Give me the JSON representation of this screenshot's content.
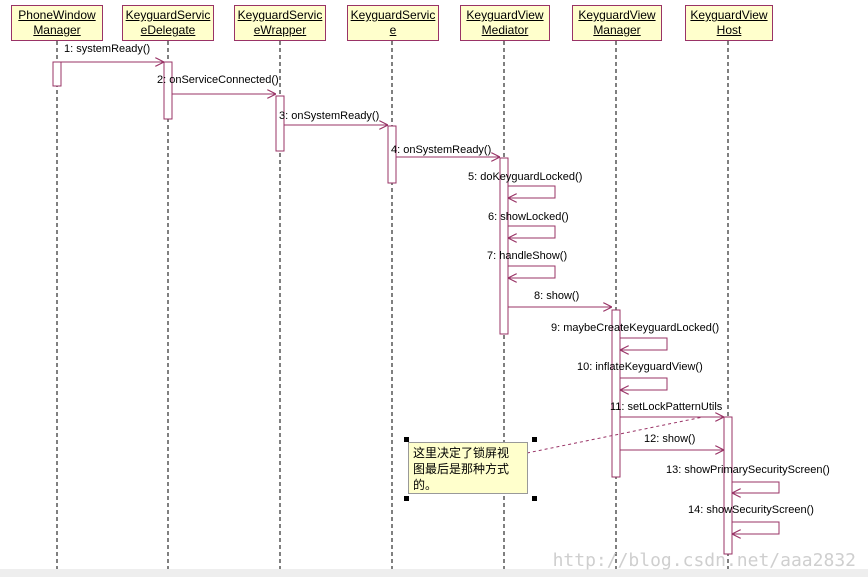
{
  "lifelines": [
    {
      "line1": "PhoneWindow",
      "line2": "Manager"
    },
    {
      "line1": "KeyguardServic",
      "line2": "eDelegate"
    },
    {
      "line1": "KeyguardServic",
      "line2": "eWrapper"
    },
    {
      "line1": "KeyguardServic",
      "line2": "e"
    },
    {
      "line1": "KeyguardView",
      "line2": "Mediator"
    },
    {
      "line1": "KeyguardView",
      "line2": "Manager"
    },
    {
      "line1": "KeyguardView",
      "line2": "Host"
    }
  ],
  "messages": [
    "1: systemReady()",
    "2: onServiceConnected()",
    "3: onSystemReady()",
    "4: onSystemReady()",
    "5: doKeyguardLocked()",
    "6: showLocked()",
    "7: handleShow()",
    "8: show()",
    "9: maybeCreateKeyguardLocked()",
    "10: inflateKeyguardView()",
    "11: setLockPatternUtils",
    "12: show()",
    "13: showPrimarySecurityScreen()",
    "14: showSecurityScreen()"
  ],
  "note": {
    "line1": "这里决定了锁屏视",
    "line2": "图最后是那种方式",
    "line3": "的。"
  },
  "watermark": "http://blog.csdn.net/aaa2832",
  "colors": {
    "box_fill": "#ffffcc",
    "line": "#993366"
  }
}
